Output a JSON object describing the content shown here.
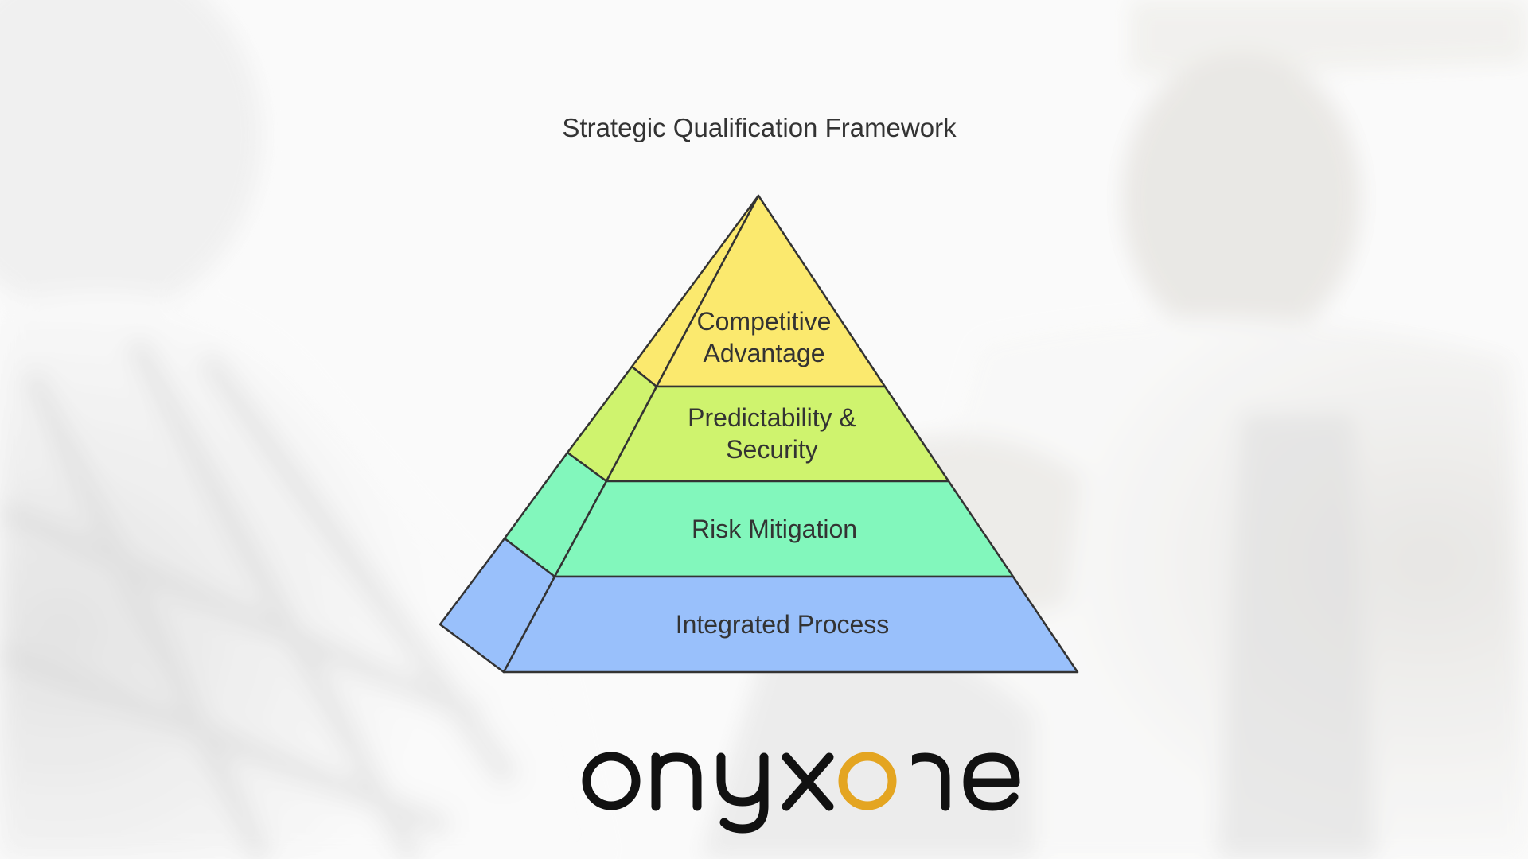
{
  "framework": {
    "title": "Strategic Qualification Framework",
    "tiers": [
      {
        "id": "competitive-advantage",
        "lines": [
          "Competitive",
          "Advantage"
        ],
        "color": "#fbe96e"
      },
      {
        "id": "predictability-security",
        "lines": [
          "Predictability &",
          "Security"
        ],
        "color": "#cff36e"
      },
      {
        "id": "risk-mitigation",
        "lines": [
          "Risk Mitigation"
        ],
        "color": "#82f7bc"
      },
      {
        "id": "integrated-process",
        "lines": [
          "Integrated Process"
        ],
        "color": "#99c0fb"
      }
    ],
    "outline_color": "#333333"
  },
  "brand": {
    "logo_text": "onyxone",
    "text_color": "#111111",
    "accent_color": "#e4a521"
  }
}
